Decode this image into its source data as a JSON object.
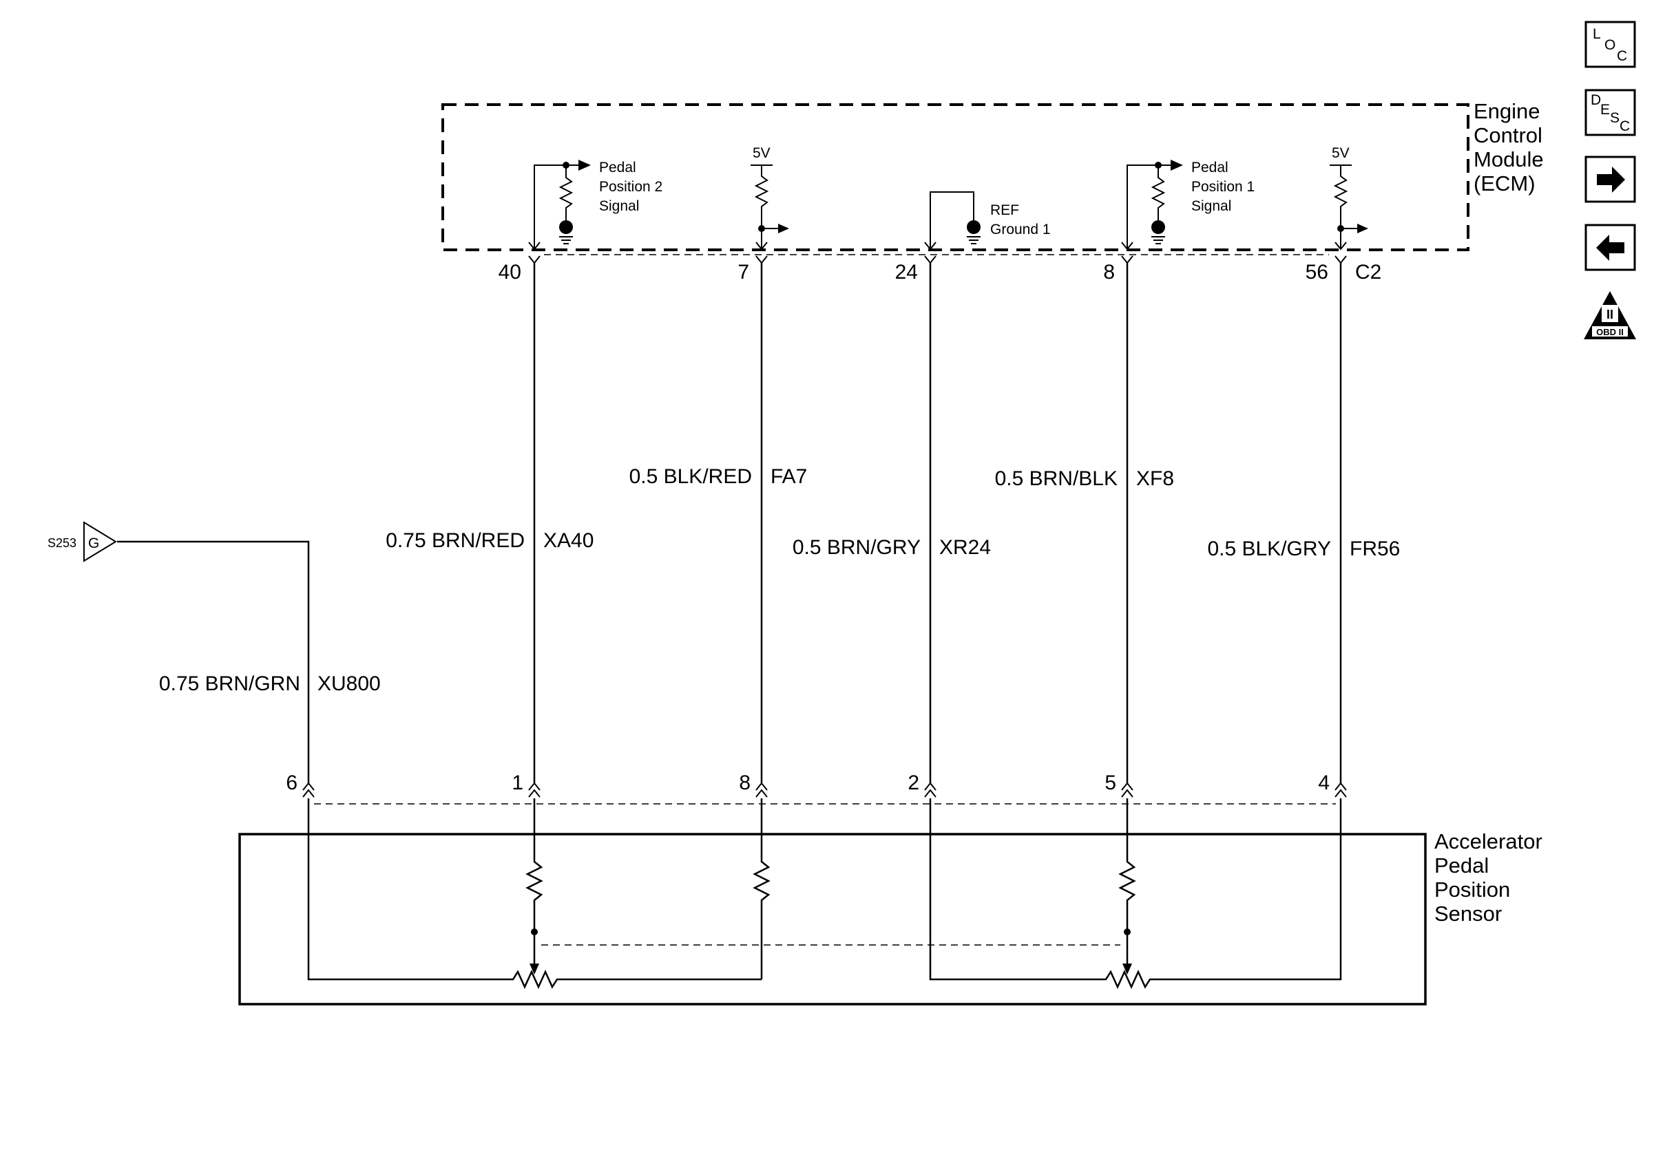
{
  "modules": {
    "ecm": {
      "name_lines": [
        "Engine",
        "Control",
        "Module",
        "(ECM)"
      ],
      "connector": "C2"
    },
    "app_sensor": {
      "name_lines": [
        "Accelerator",
        "Pedal",
        "Position",
        "Sensor"
      ]
    }
  },
  "ecm_internal": {
    "pedal2_lines": [
      "Pedal",
      "Position 2",
      "Signal"
    ],
    "pedal1_lines": [
      "Pedal",
      "Position 1",
      "Signal"
    ],
    "ref_lines": [
      "REF",
      "Ground 1"
    ],
    "supply_label": "5V"
  },
  "ecm_pins": [
    "40",
    "7",
    "24",
    "8",
    "56"
  ],
  "sensor_pins": [
    "6",
    "1",
    "8",
    "2",
    "5",
    "4"
  ],
  "wires": [
    {
      "gauge_color": "0.75 BRN/GRN",
      "circuit": "XU800"
    },
    {
      "gauge_color": "0.75 BRN/RED",
      "circuit": "XA40"
    },
    {
      "gauge_color": "0.5 BLK/RED",
      "circuit": "FA7"
    },
    {
      "gauge_color": "0.5 BRN/GRY",
      "circuit": "XR24"
    },
    {
      "gauge_color": "0.5 BRN/BLK",
      "circuit": "XF8"
    },
    {
      "gauge_color": "0.5 BLK/GRY",
      "circuit": "FR56"
    }
  ],
  "splice": {
    "id": "S253",
    "letter": "G"
  },
  "nav": {
    "loc": [
      "L",
      "O",
      "C"
    ],
    "desc": [
      "D",
      "E",
      "S",
      "C"
    ],
    "forward_icon": "arrow-right-icon",
    "back_icon": "arrow-left-icon",
    "obd": {
      "top": "II",
      "bottom": "OBD II"
    }
  }
}
